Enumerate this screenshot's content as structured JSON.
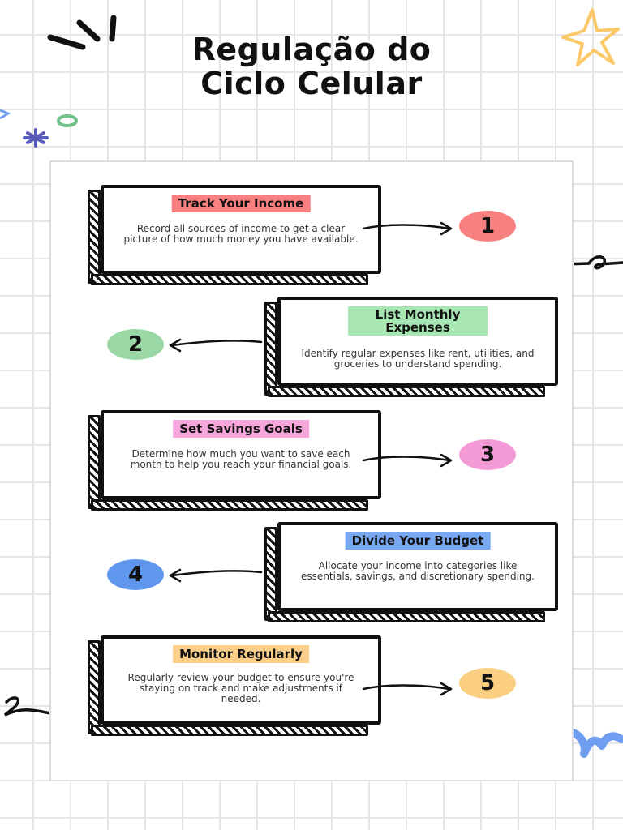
{
  "title": {
    "line1": "Regulação do",
    "line2": "Ciclo Celular"
  },
  "steps": [
    {
      "number": "1",
      "label": "Track Your Income",
      "description": "Record all sources of income to get a clear picture of how much money you have available.",
      "label_color": "#f98080",
      "number_color": "#f98080"
    },
    {
      "number": "2",
      "label": "List Monthly Expenses",
      "description": "Identify regular expenses like rent, utilities, and groceries to understand spending.",
      "label_color": "#a8e6b4",
      "number_color": "#9ad8a6"
    },
    {
      "number": "3",
      "label": "Set Savings Goals",
      "description": "Determine how much you want to save each month to help you reach your financial goals.",
      "label_color": "#f7a6dc",
      "number_color": "#f49ad6"
    },
    {
      "number": "4",
      "label": "Divide Your Budget",
      "description": "Allocate your income into categories like essentials, savings, and discretionary spending.",
      "label_color": "#78a8f2",
      "number_color": "#5f97ef"
    },
    {
      "number": "5",
      "label": "Monitor Regularly",
      "description": "Regularly review your budget to ensure you're staying on track and make adjustments if needed.",
      "label_color": "#fbcf8a",
      "number_color": "#fbcf82"
    }
  ],
  "colors": {
    "ink": "#111111",
    "grid": "#e6e6e6",
    "star": "#fbc86a",
    "squiggle_blue": "#6f9df0",
    "dot_green": "#6fc08a",
    "asterisk": "#5a5ab8"
  },
  "icons": [
    "burst-lines-icon",
    "star-icon",
    "asterisk-icon",
    "ring-icon",
    "squiggle-icon"
  ]
}
